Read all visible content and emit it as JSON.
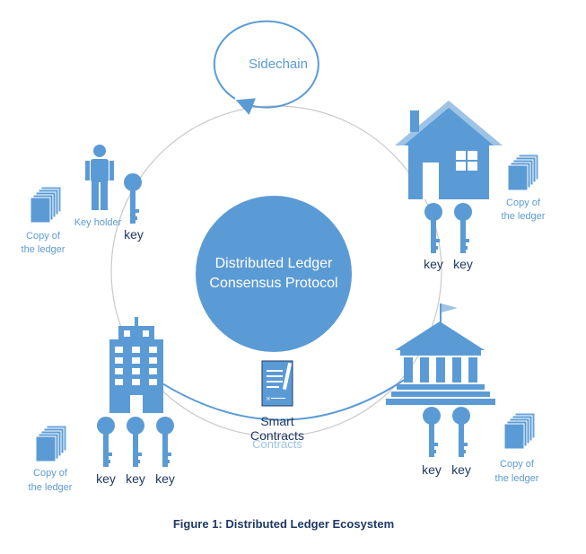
{
  "diagram": {
    "sidechain": "Sidechain",
    "center": {
      "line1": "Distributed Ledger",
      "line2": "Consensus Protocol"
    },
    "smart_contracts": {
      "line1": "Smart",
      "line2": "Contracts"
    },
    "key_holder": "Key holder",
    "key": "key",
    "copy_line1": "Copy of",
    "copy_line2": "the ledger",
    "caption": "Figure 1: Distributed Ledger Ecosystem",
    "colors": {
      "primary": "#5b9bd5",
      "dark_text": "#1f3864",
      "ring": "#c9c9c9"
    }
  }
}
